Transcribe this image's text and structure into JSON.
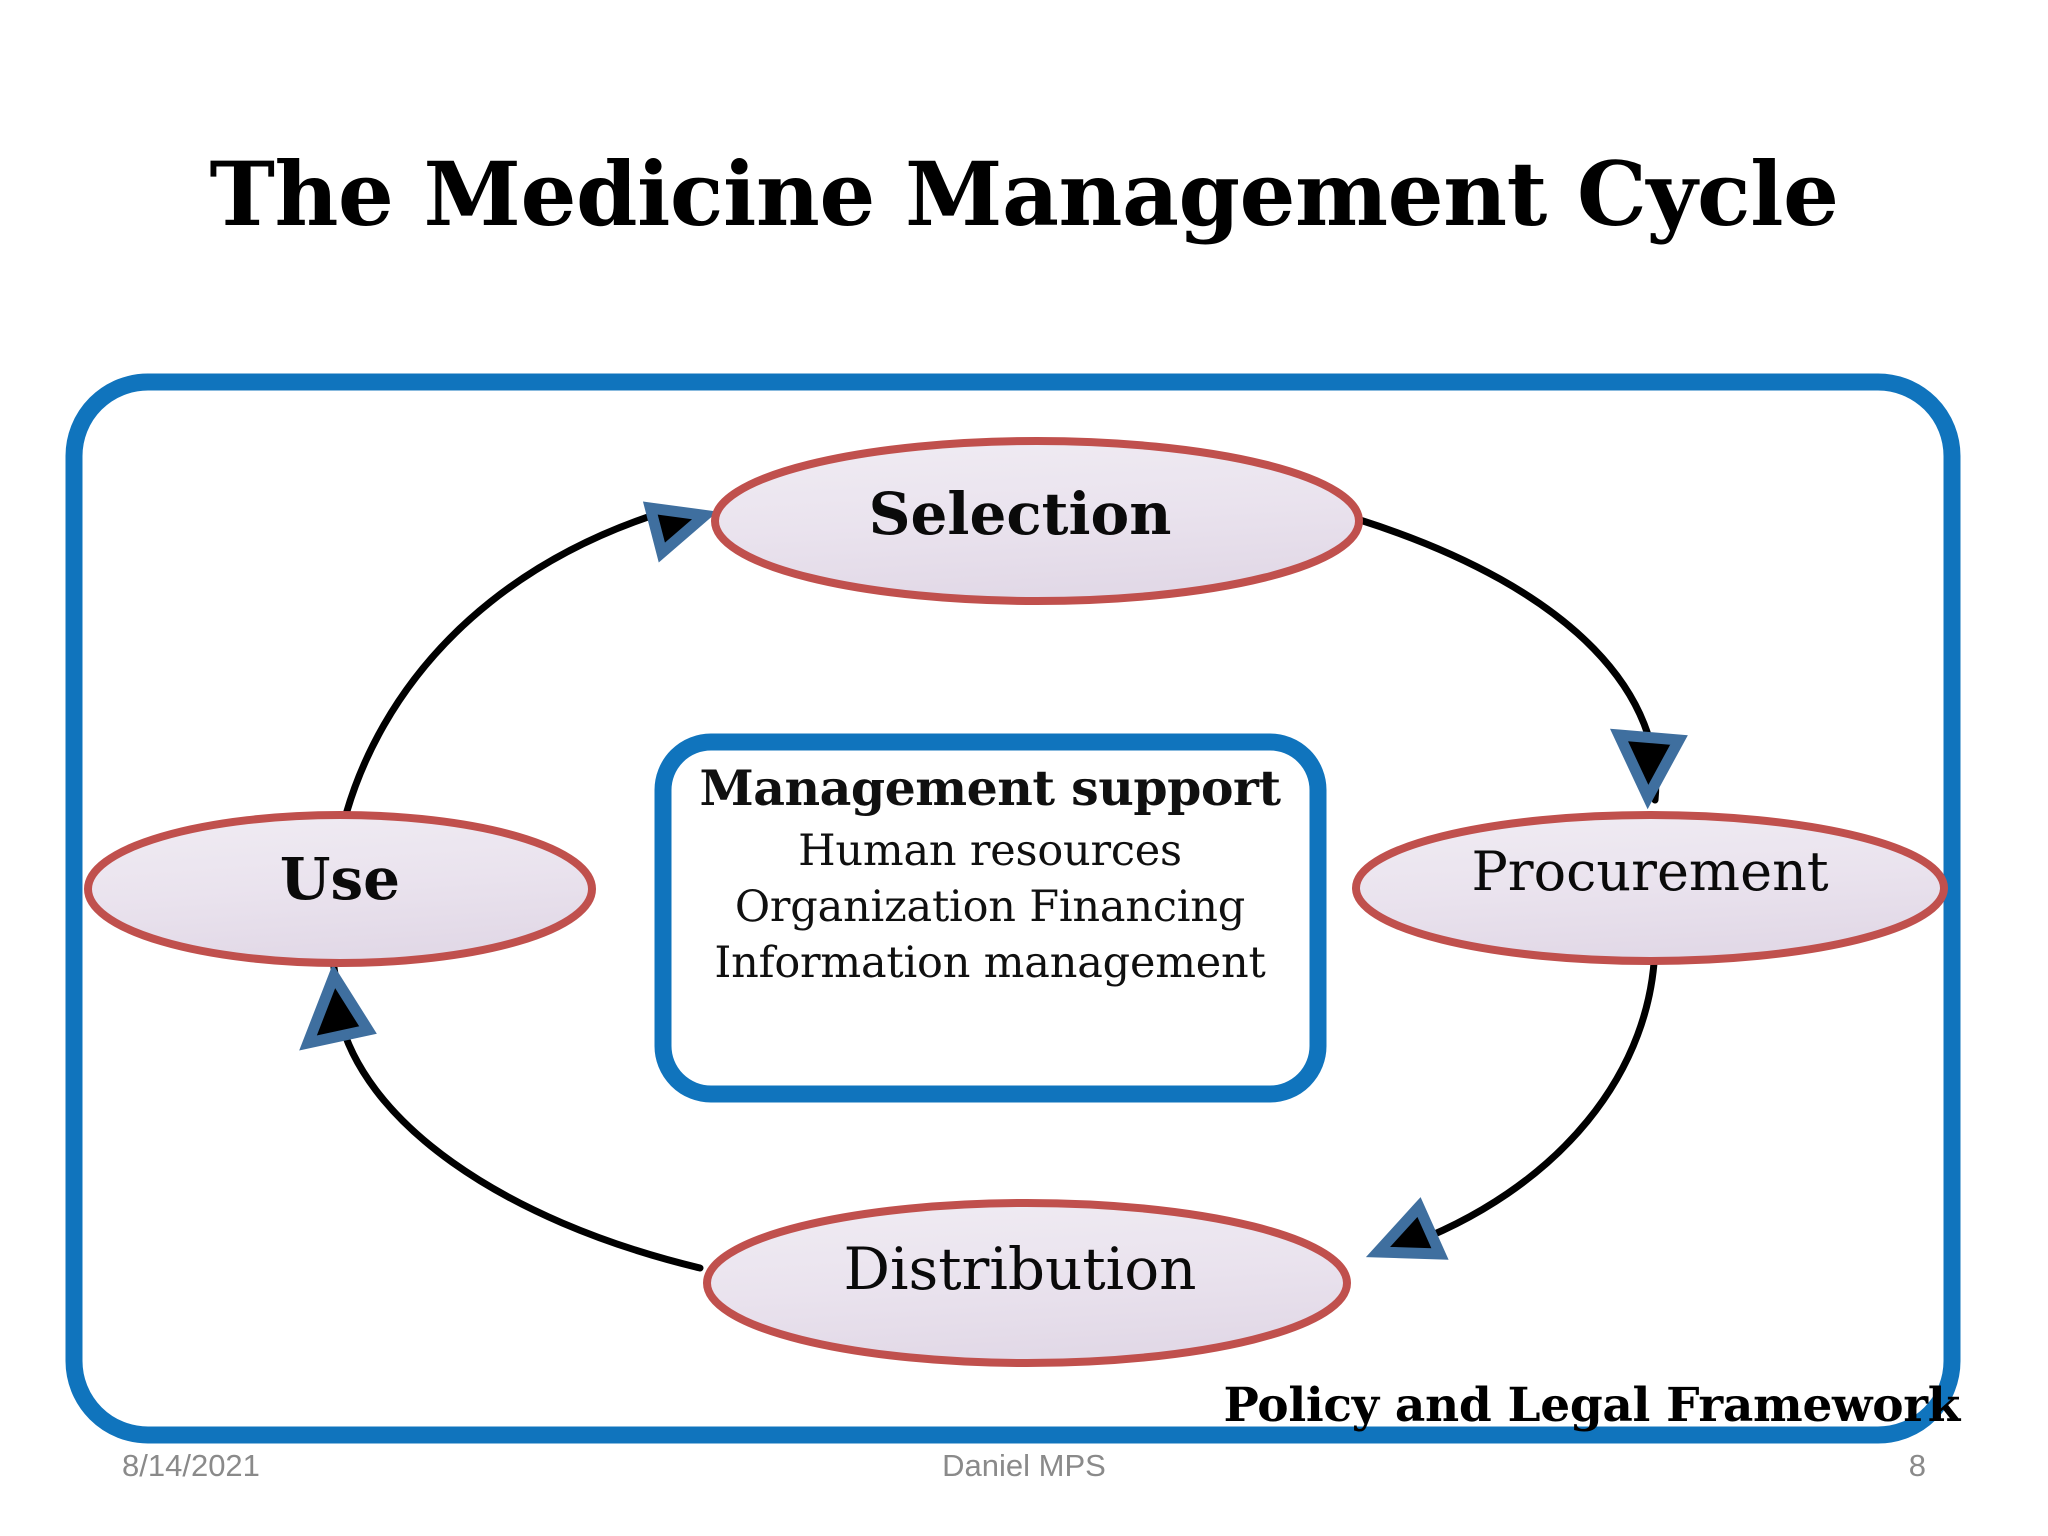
{
  "slide": {
    "title": "The Medicine Management Cycle",
    "colors": {
      "outer_frame_blue": "#1074bd",
      "inner_box_blue": "#1074bd",
      "node_border_red": "#c0504d",
      "node_fill_light": "#ece6ef",
      "node_fill_dark": "#e3dbe8",
      "arrow_fill": "#000000",
      "arrow_outline_blue": "#3f6f9f",
      "text_black": "#0a0a0a",
      "footer_gray": "#8a8a8a",
      "background": "#ffffff"
    }
  },
  "diagram": {
    "type": "cycle",
    "outer_frame_label": "Policy and Legal Framework",
    "nodes": [
      {
        "id": "selection",
        "label": "Selection",
        "position": "top",
        "shape": "ellipse",
        "bold": true
      },
      {
        "id": "procurement",
        "label": "Procurement",
        "position": "right",
        "shape": "ellipse",
        "bold": false
      },
      {
        "id": "distribution",
        "label": "Distribution",
        "position": "bottom",
        "shape": "ellipse",
        "bold": false
      },
      {
        "id": "use",
        "label": "Use",
        "position": "left",
        "shape": "ellipse",
        "bold": true
      }
    ],
    "edges": [
      {
        "from": "selection",
        "to": "procurement",
        "arrow": "curved"
      },
      {
        "from": "procurement",
        "to": "distribution",
        "arrow": "curved"
      },
      {
        "from": "distribution",
        "to": "use",
        "arrow": "curved"
      },
      {
        "from": "use",
        "to": "selection",
        "arrow": "curved"
      }
    ],
    "center_box": {
      "title": "Management support",
      "lines": [
        "Human resources",
        "Organization Financing",
        "Information management"
      ]
    }
  },
  "footer": {
    "date": "8/14/2021",
    "author": "Daniel MPS",
    "page_number": "8"
  }
}
